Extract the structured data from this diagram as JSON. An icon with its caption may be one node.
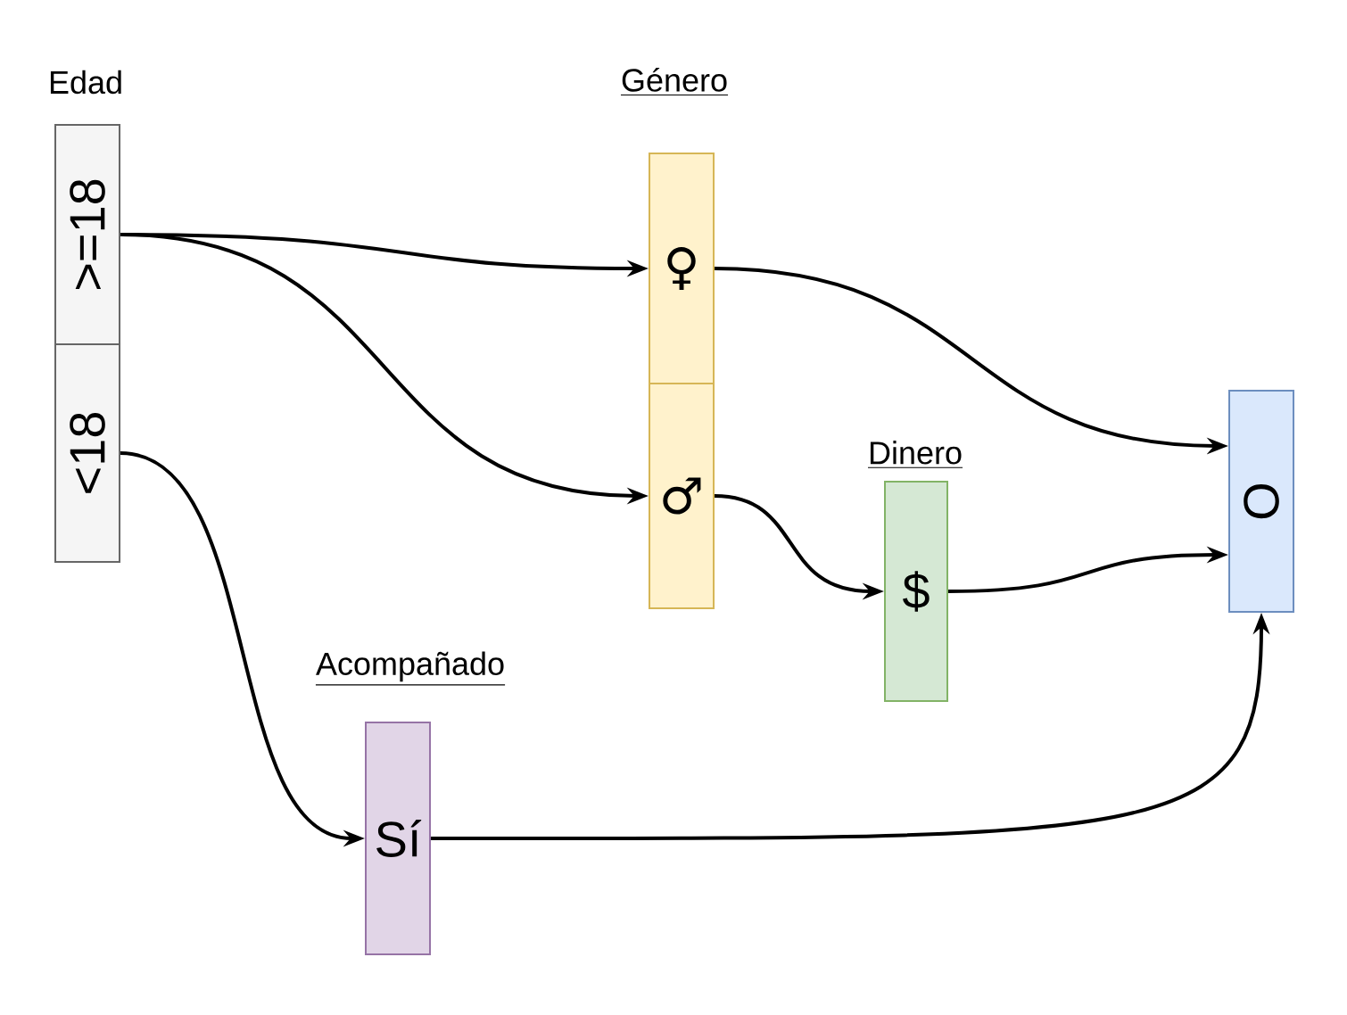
{
  "diagram": {
    "nodes": [
      {
        "text": [
          "Edad"
        ]
      },
      {
        "text": [
          ">=18"
        ],
        "in": 0
      },
      {
        "text": [
          "<18"
        ],
        "in": 0
      },
      {
        "text": [
          "Género"
        ]
      },
      {
        "text": [
          "♀"
        ],
        "in": 3
      },
      {
        "text": [
          "♂"
        ],
        "in": 3
      },
      {
        "text": [
          "Dinero",
          "$"
        ]
      },
      {
        "text": [
          "Acompañado",
          "Sí"
        ]
      },
      {
        "text": [
          "O"
        ]
      }
    ],
    "edges": [
      {
        "from": 1,
        "to": 4,
        "arrow": "to"
      },
      {
        "from": 1,
        "to": 5,
        "arrow": "to"
      },
      {
        "from": 2,
        "to": 7,
        "arrow": "to"
      },
      {
        "from": 4,
        "to": 8,
        "arrow": "to"
      },
      {
        "from": 5,
        "to": 6,
        "arrow": "to"
      },
      {
        "from": 6,
        "to": 8,
        "arrow": "to"
      },
      {
        "from": 7,
        "to": 8,
        "arrow": "to"
      }
    ]
  }
}
